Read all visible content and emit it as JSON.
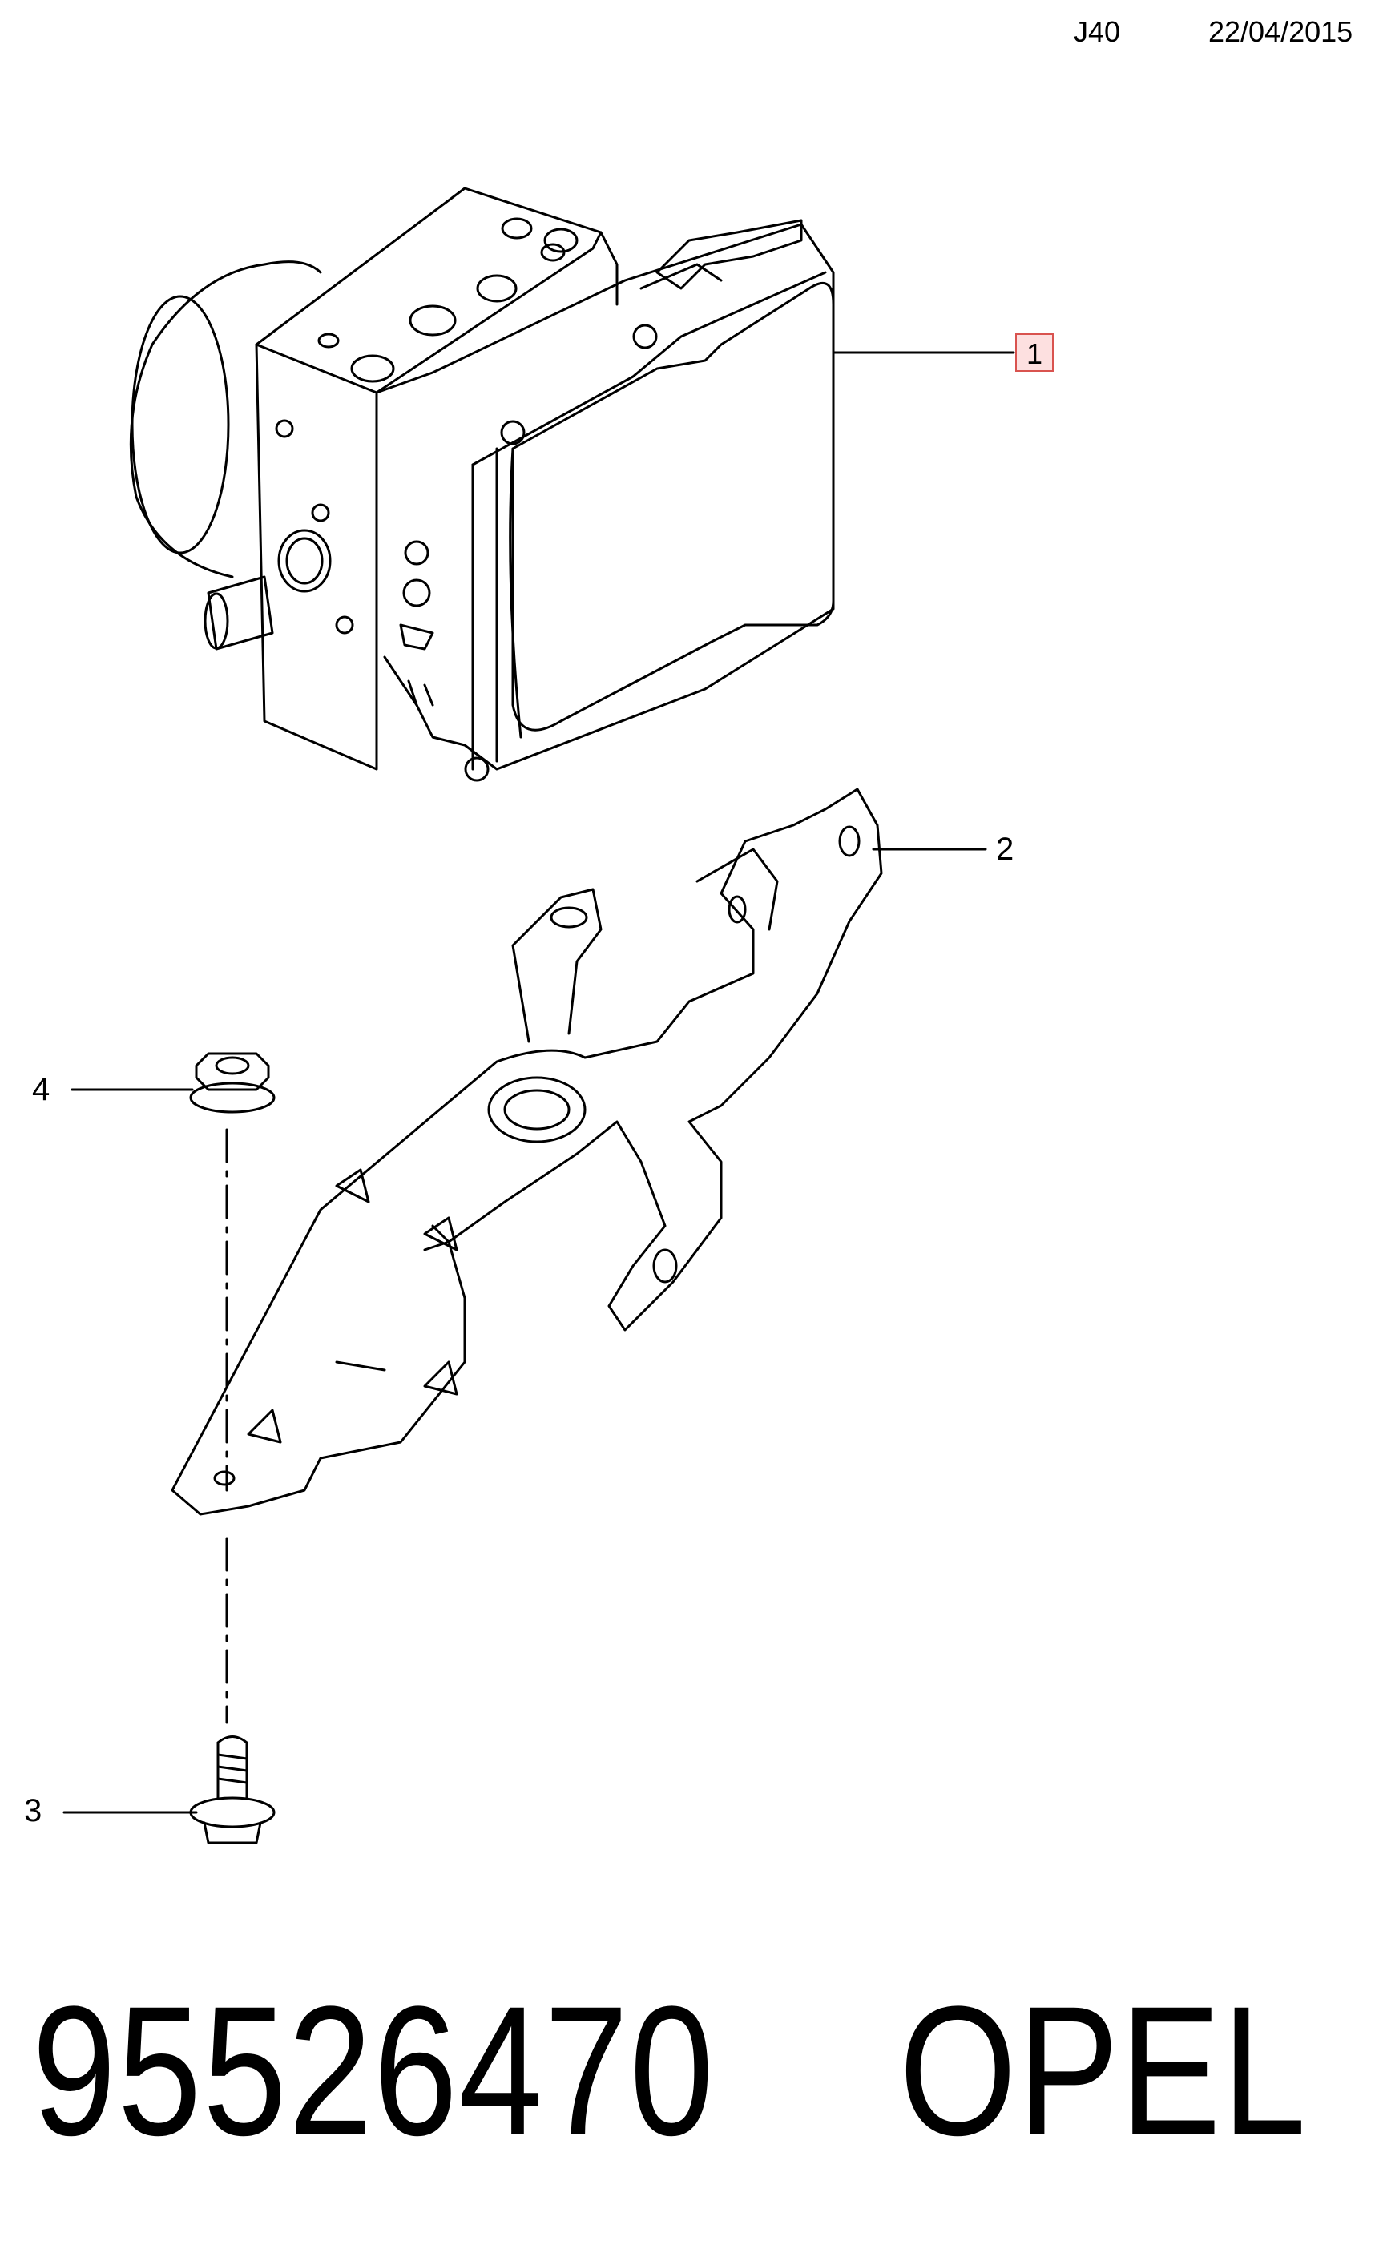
{
  "header": {
    "code": "J40",
    "date": "22/04/2015"
  },
  "callouts": {
    "c1": "1",
    "c2": "2",
    "c3": "3",
    "c4": "4"
  },
  "footer": {
    "part_number": "95526470",
    "brand": "OPEL"
  },
  "colors": {
    "line": "#000000",
    "callout1_border": "#d9534f",
    "callout1_fill": "#fde0e0"
  }
}
